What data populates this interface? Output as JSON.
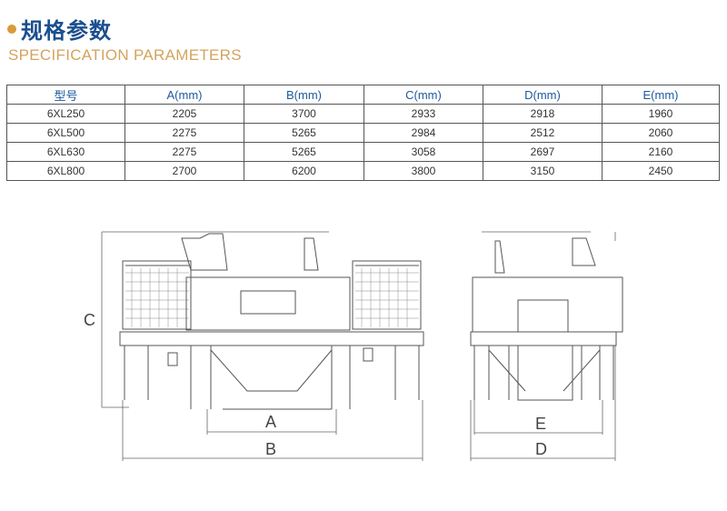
{
  "title": "规格参数",
  "subtitle": "SPECIFICATION PARAMETERS",
  "table": {
    "headers": [
      "型号",
      "A(mm)",
      "B(mm)",
      "C(mm)",
      "D(mm)",
      "E(mm)"
    ],
    "rows": [
      [
        "6XL250",
        "2205",
        "3700",
        "2933",
        "2918",
        "1960"
      ],
      [
        "6XL500",
        "2275",
        "5265",
        "2984",
        "2512",
        "2060"
      ],
      [
        "6XL630",
        "2275",
        "5265",
        "3058",
        "2697",
        "2160"
      ],
      [
        "6XL800",
        "2700",
        "6200",
        "3800",
        "3150",
        "2450"
      ]
    ]
  },
  "drawing": {
    "A": "A",
    "B": "B",
    "C": "C",
    "D": "D",
    "E": "E"
  },
  "colors": {
    "title": "#1b4f8f",
    "subtitle": "#d4a35d",
    "header": "#1c5a9c",
    "bullet": "#d99a3c"
  }
}
